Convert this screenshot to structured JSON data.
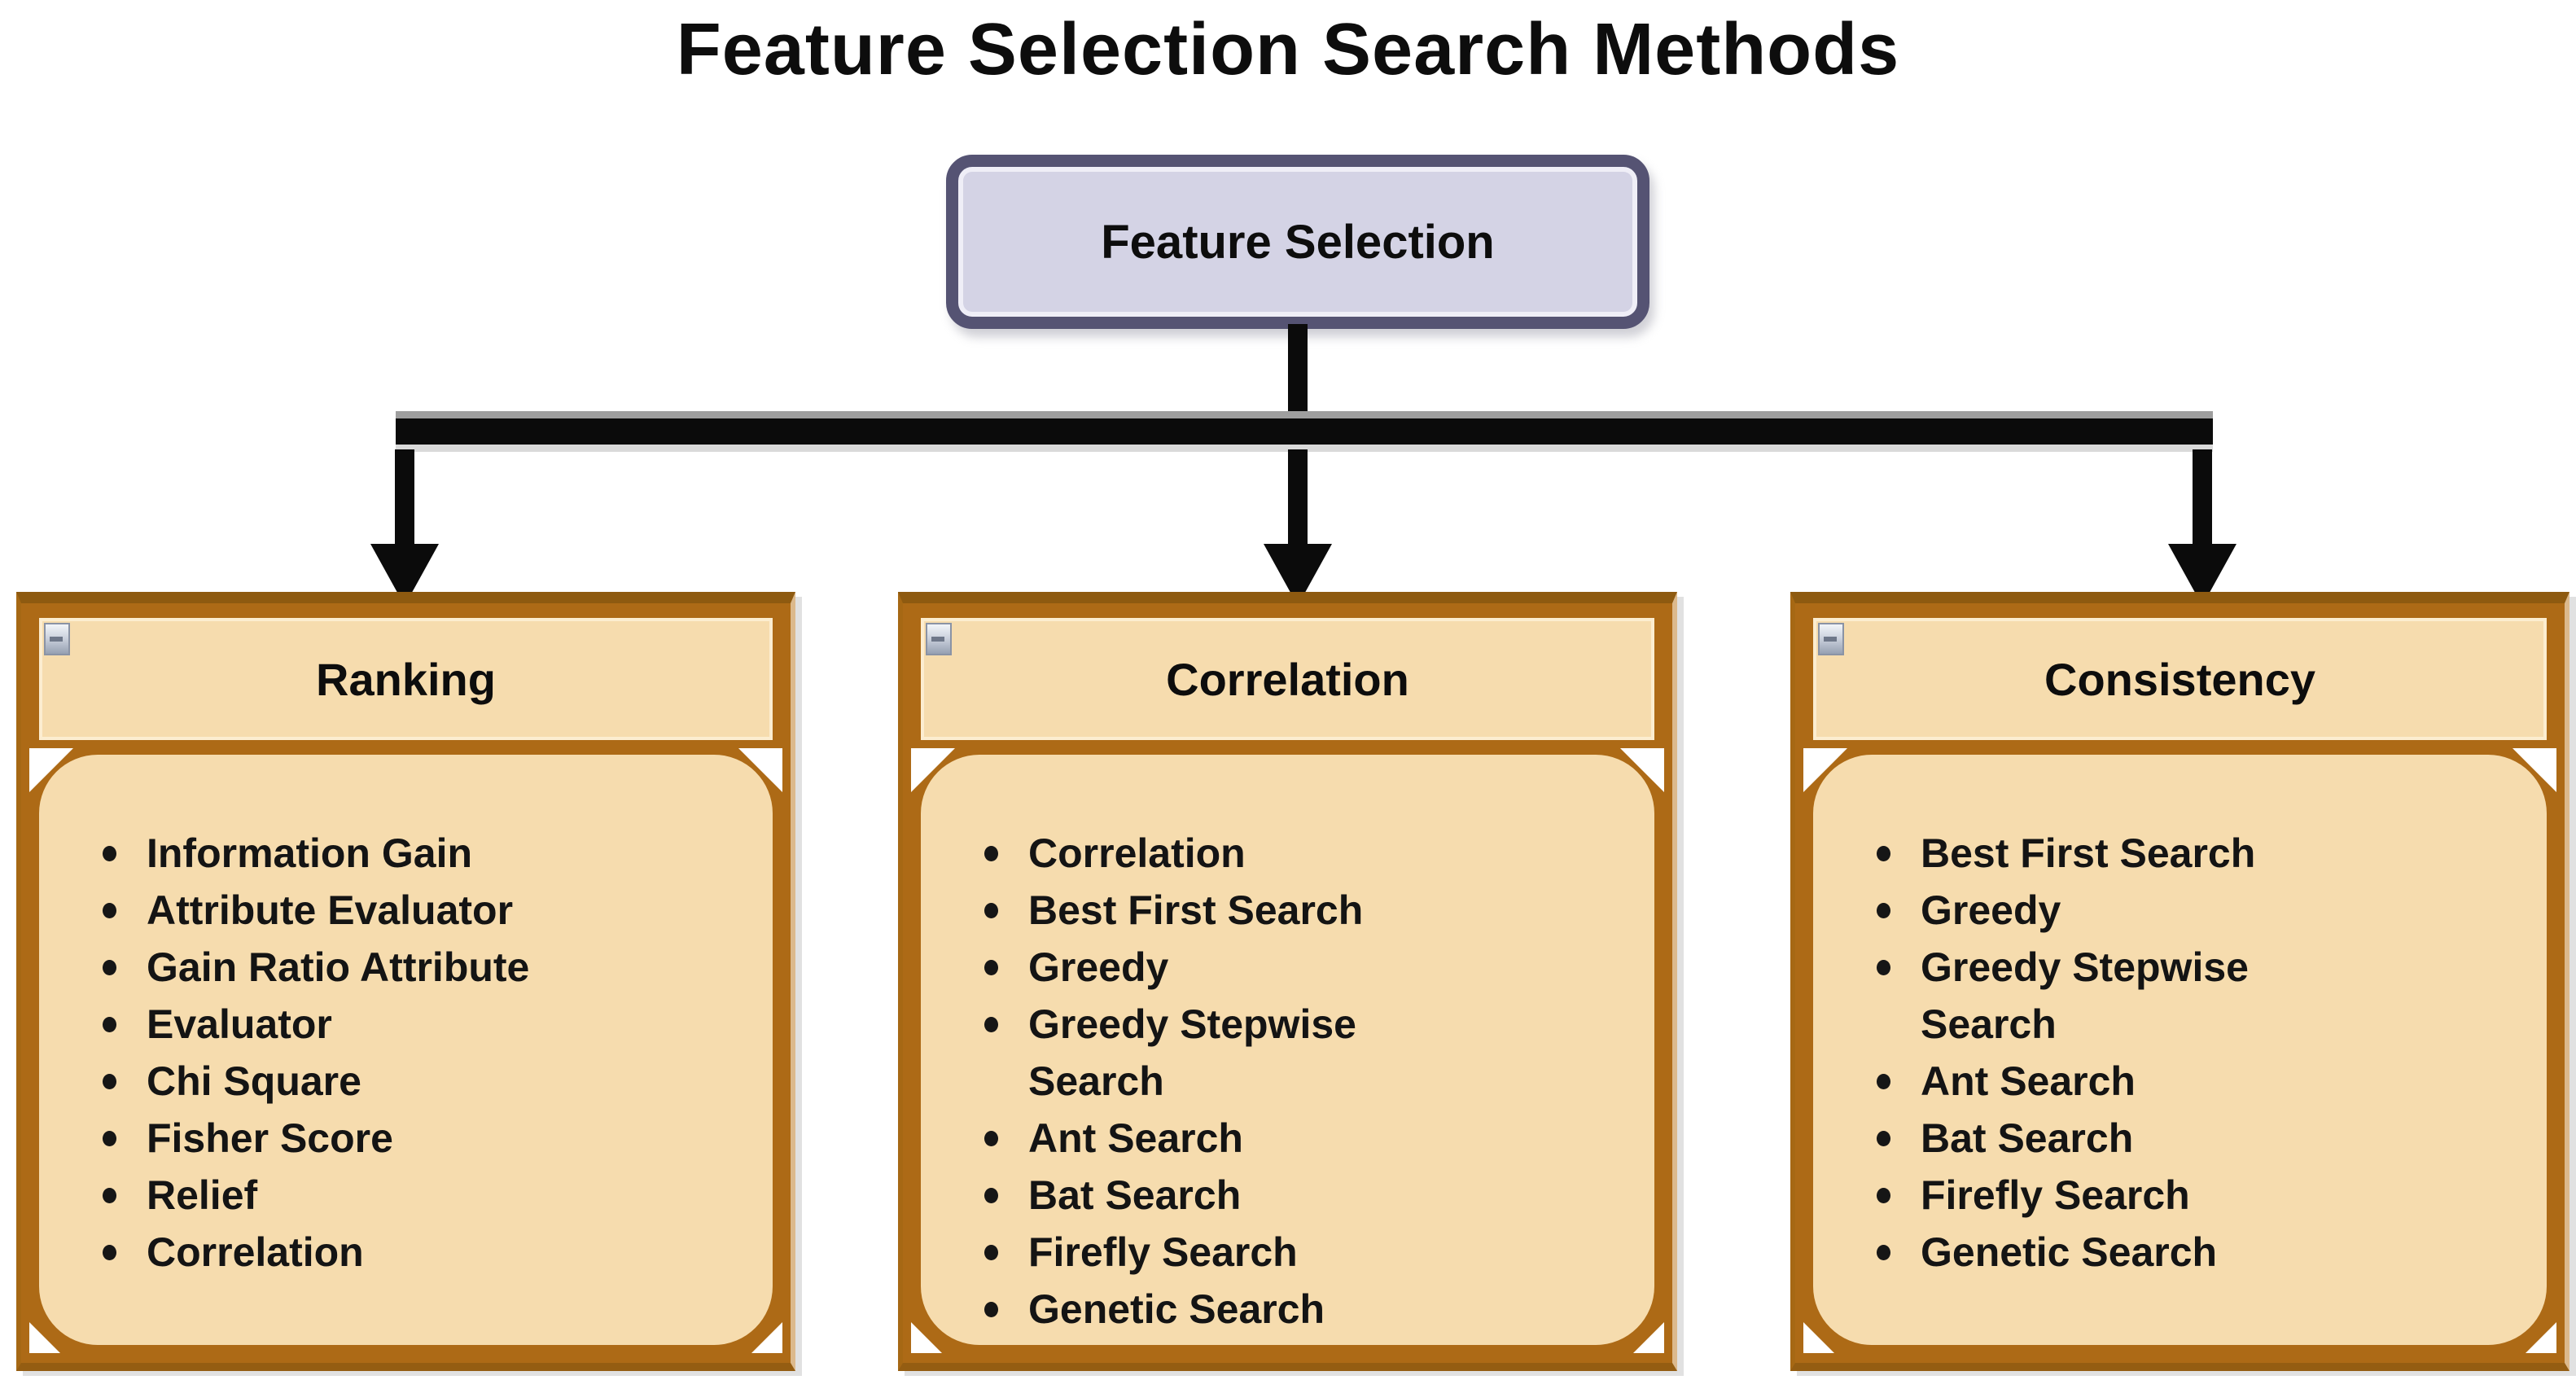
{
  "title": "Feature Selection Search Methods",
  "root_node": {
    "label": "Feature Selection"
  },
  "branches": [
    {
      "header": "Ranking",
      "items": [
        "Information Gain",
        "Attribute Evaluator",
        "Gain Ratio Attribute",
        "Evaluator",
        "Chi Square",
        "Fisher Score",
        "Relief",
        "Correlation"
      ]
    },
    {
      "header": "Correlation",
      "items": [
        "Correlation",
        "Best First Search",
        "Greedy",
        "Greedy Stepwise\nSearch",
        "Ant Search",
        "Bat Search",
        "Firefly Search",
        "Genetic Search"
      ]
    },
    {
      "header": "Consistency",
      "items": [
        "Best First Search",
        "Greedy",
        "Greedy Stepwise\nSearch",
        "Ant Search",
        "Bat Search",
        "Firefly Search",
        "Genetic Search"
      ]
    }
  ],
  "colors": {
    "background": "#ffffff",
    "title_text": "#0d0d0d",
    "root_fill": "#d4d3e5",
    "root_border": "#555373",
    "frame_brown": "#ad6a16",
    "frame_brown_dark": "#8e5a10",
    "panel_tan": "#f6dcae",
    "connector_black": "#0b0b0b",
    "connector_gray_edge": "#9e9e9e",
    "text": "#141414"
  }
}
